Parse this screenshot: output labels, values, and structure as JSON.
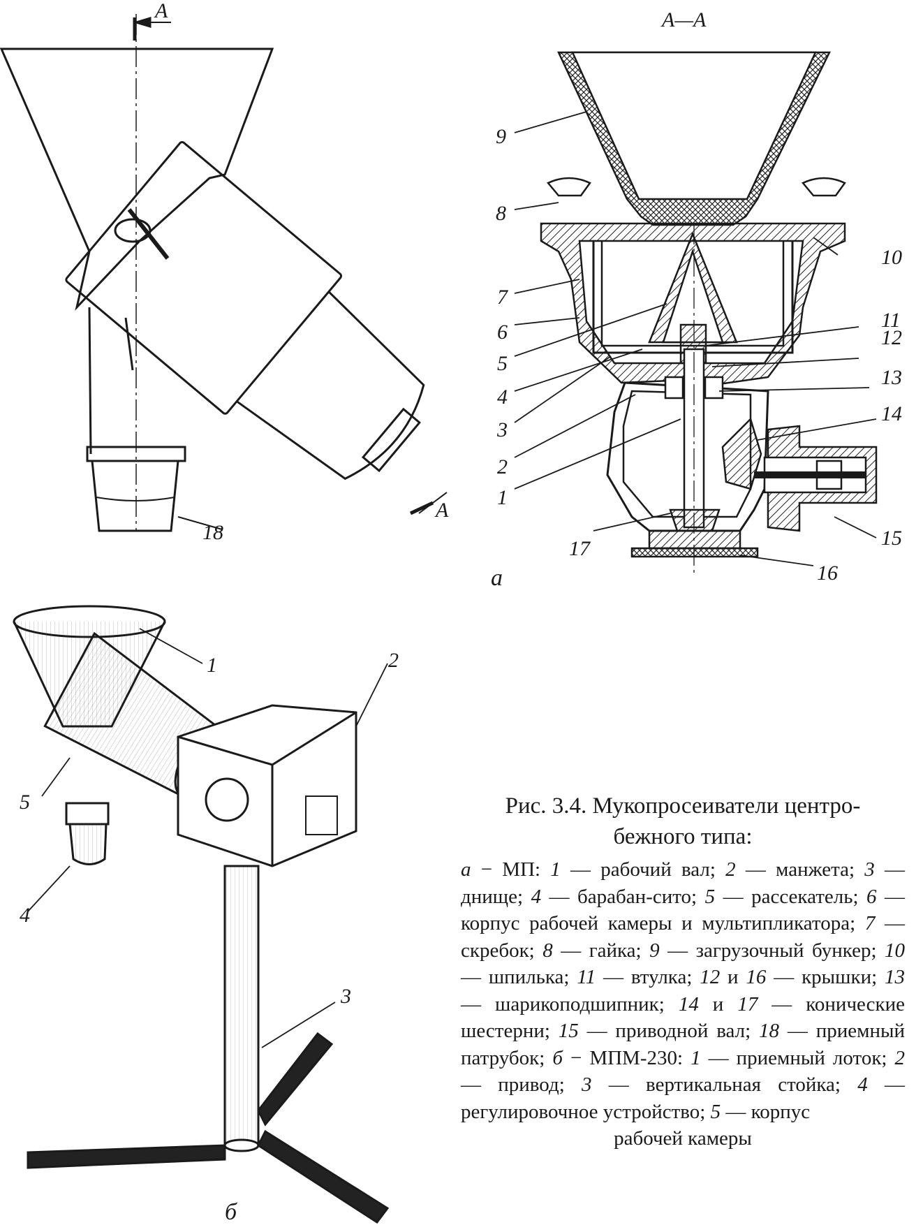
{
  "section_marks": {
    "top": "A",
    "side": "A",
    "title": "A—A"
  },
  "view_letters": {
    "a": "a",
    "b": "б"
  },
  "labels_left": {
    "l18": "18"
  },
  "labels_section": {
    "l1": "1",
    "l2": "2",
    "l3": "3",
    "l4": "4",
    "l5": "5",
    "l6": "6",
    "l7": "7",
    "l8": "8",
    "l9": "9",
    "l10": "10",
    "l11": "11",
    "l12": "12",
    "l13": "13",
    "l14": "14",
    "l15": "15",
    "l16": "16",
    "l17": "17"
  },
  "labels_persp": {
    "p1": "1",
    "p2": "2",
    "p3": "3",
    "p4": "4",
    "p5": "5"
  },
  "caption": {
    "title_line1": "Рис. 3.4. Мукопросеиватели центро-",
    "title_line2": "бежного типа:",
    "items": [
      {
        "n": "а",
        "t": " − МП: "
      },
      {
        "n": "1",
        "t": " — рабочий вал; "
      },
      {
        "n": "2",
        "t": " — манжета; "
      },
      {
        "n": "3",
        "t": " — днище; "
      },
      {
        "n": "4",
        "t": " — барабан-сито; "
      },
      {
        "n": "5",
        "t": " — рассекатель; "
      },
      {
        "n": "6",
        "t": " — корпус рабочей камеры и мультипликатора; "
      },
      {
        "n": "7",
        "t": " — скребок; "
      },
      {
        "n": "8",
        "t": " — гайка; "
      },
      {
        "n": "9",
        "t": " — загрузочный бункер; "
      },
      {
        "n": "10",
        "t": " — шпилька; "
      },
      {
        "n": "11",
        "t": " — втулка; "
      },
      {
        "n": "12",
        "t": " и "
      },
      {
        "n": "16",
        "t": " — крышки; "
      },
      {
        "n": "13",
        "t": " — шарикоподшипник; "
      },
      {
        "n": "14",
        "t": " и "
      },
      {
        "n": "17",
        "t": " — конические шестерни; "
      },
      {
        "n": "15",
        "t": " — приводной вал; "
      },
      {
        "n": "18",
        "t": " — приемный патрубок; "
      },
      {
        "n": "б",
        "t": " − МПМ-230: "
      },
      {
        "n": "1",
        "t": " — приемный лоток; "
      },
      {
        "n": "2",
        "t": " — привод; "
      },
      {
        "n": "3",
        "t": " — вертикальная стойка; "
      },
      {
        "n": "4",
        "t": " — регулировочное устройство; "
      },
      {
        "n": "5",
        "t": " — корпус"
      }
    ],
    "last_line": "рабочей камеры"
  }
}
